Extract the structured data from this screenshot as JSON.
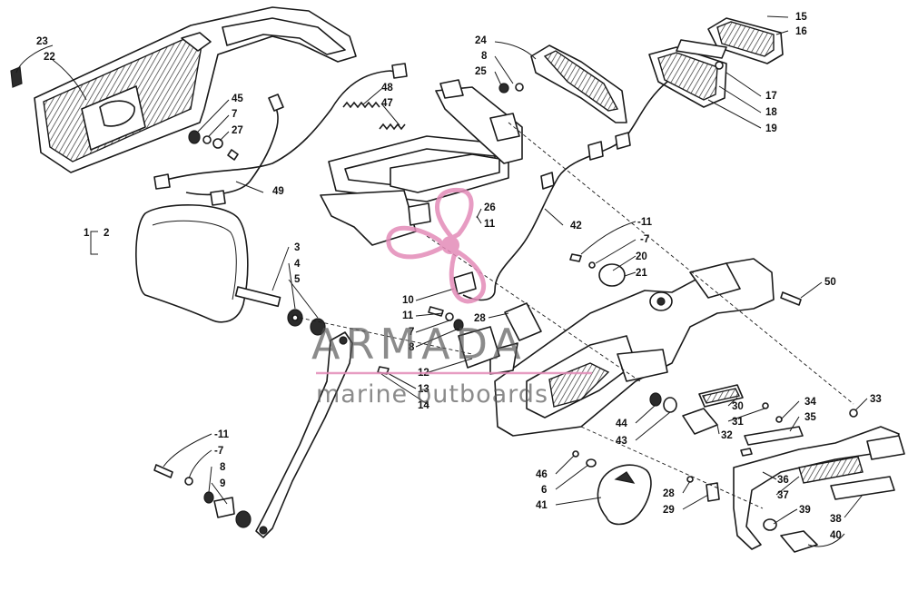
{
  "diagram": {
    "callouts": [
      {
        "label": "23"
      },
      {
        "label": "22"
      },
      {
        "label": "45"
      },
      {
        "label": "7"
      },
      {
        "label": "27"
      },
      {
        "label": "49"
      },
      {
        "label": "48"
      },
      {
        "label": "47"
      },
      {
        "label": "24"
      },
      {
        "label": "8"
      },
      {
        "label": "25"
      },
      {
        "label": "15"
      },
      {
        "label": "16"
      },
      {
        "label": "17"
      },
      {
        "label": "18"
      },
      {
        "label": "19"
      },
      {
        "label": "26"
      },
      {
        "label": "11"
      },
      {
        "label": "42"
      },
      {
        "label": "-11"
      },
      {
        "label": "-7"
      },
      {
        "label": "20"
      },
      {
        "label": "21"
      },
      {
        "label": "50"
      },
      {
        "label": "1"
      },
      {
        "label": "2"
      },
      {
        "label": "3"
      },
      {
        "label": "4"
      },
      {
        "label": "5"
      },
      {
        "label": "10"
      },
      {
        "label": "11"
      },
      {
        "label": "28"
      },
      {
        "label": "7"
      },
      {
        "label": "8"
      },
      {
        "label": "12"
      },
      {
        "label": "13"
      },
      {
        "label": "14"
      },
      {
        "label": "44"
      },
      {
        "label": "43"
      },
      {
        "label": "30"
      },
      {
        "label": "31"
      },
      {
        "label": "34"
      },
      {
        "label": "35"
      },
      {
        "label": "33"
      },
      {
        "label": "32"
      },
      {
        "label": "-11"
      },
      {
        "label": "-7"
      },
      {
        "label": "8"
      },
      {
        "label": "9"
      },
      {
        "label": "46"
      },
      {
        "label": "6"
      },
      {
        "label": "41"
      },
      {
        "label": "28"
      },
      {
        "label": "29"
      },
      {
        "label": "36"
      },
      {
        "label": "37"
      },
      {
        "label": "39"
      },
      {
        "label": "38"
      },
      {
        "label": "40"
      }
    ]
  },
  "watermark": {
    "brand": "ARMADA",
    "tagline": "marine outboards",
    "color": "#e38bb8"
  }
}
